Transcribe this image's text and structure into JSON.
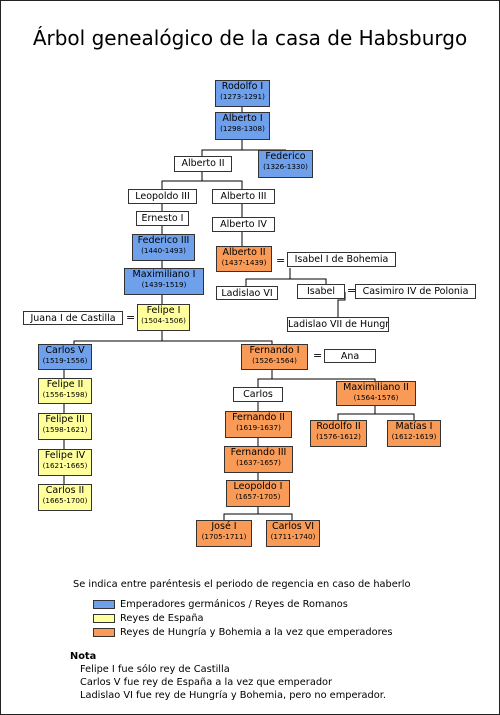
{
  "title": "Árbol genealógico de la casa de Habsburgo",
  "colors": {
    "blue": "#6ea0ec",
    "yellow": "#ffff9c",
    "orange": "#f99b56",
    "white": "#ffffff"
  },
  "nodes": {
    "rodolfo_i": {
      "name": "Rodolfo I",
      "reign": "(1273-1291)",
      "color": "blue"
    },
    "alberto_i": {
      "name": "Alberto I",
      "reign": "(1298-1308)",
      "color": "blue"
    },
    "alberto_ii_a": {
      "name": "Alberto II",
      "color": "white"
    },
    "federico": {
      "name": "Federico",
      "reign": "(1326-1330)",
      "color": "blue"
    },
    "leopoldo_iii": {
      "name": "Leopoldo III",
      "color": "white"
    },
    "alberto_iii": {
      "name": "Alberto III",
      "color": "white"
    },
    "ernesto_i": {
      "name": "Ernesto I",
      "color": "white"
    },
    "alberto_iv": {
      "name": "Alberto IV",
      "color": "white"
    },
    "federico_iii": {
      "name": "Federico III",
      "reign": "(1440-1493)",
      "color": "blue"
    },
    "alberto_ii_b": {
      "name": "Alberto II",
      "reign": "(1437-1439)",
      "color": "orange"
    },
    "isabel_bohemia": {
      "name": "Isabel I de Bohemia",
      "color": "white"
    },
    "maximiliano_i": {
      "name": "Maximiliano I",
      "reign": "(1439-1519)",
      "color": "blue"
    },
    "ladislao_vi": {
      "name": "Ladislao VI",
      "color": "white"
    },
    "isabel": {
      "name": "Isabel",
      "color": "white"
    },
    "casimiro": {
      "name": "Casimiro IV de Polonia",
      "color": "white"
    },
    "juana": {
      "name": "Juana I de Castilla",
      "color": "white"
    },
    "felipe_i": {
      "name": "Felipe I",
      "reign": "(1504-1506)",
      "color": "yellow"
    },
    "ladislao_vii": {
      "name": "Ladislao VII de Hungría",
      "color": "white"
    },
    "carlos_v": {
      "name": "Carlos V",
      "reign": "(1519-1556)",
      "color": "blue"
    },
    "fernando_i": {
      "name": "Fernando I",
      "reign": "(1526-1564)",
      "color": "orange"
    },
    "ana": {
      "name": "Ana",
      "color": "white"
    },
    "felipe_ii": {
      "name": "Felipe II",
      "reign": "(1556-1598)",
      "color": "yellow"
    },
    "carlos": {
      "name": "Carlos",
      "color": "white"
    },
    "maximiliano_ii": {
      "name": "Maximiliano II",
      "reign": "(1564-1576)",
      "color": "orange"
    },
    "felipe_iii": {
      "name": "Felipe III",
      "reign": "(1598-1621)",
      "color": "yellow"
    },
    "fernando_ii": {
      "name": "Fernando II",
      "reign": "(1619-1637)",
      "color": "orange"
    },
    "rodolfo_ii": {
      "name": "Rodolfo II",
      "reign": "(1576-1612)",
      "color": "orange"
    },
    "matias_i": {
      "name": "Matías I",
      "reign": "(1612-1619)",
      "color": "orange"
    },
    "felipe_iv": {
      "name": "Felipe IV",
      "reign": "(1621-1665)",
      "color": "yellow"
    },
    "fernando_iii": {
      "name": "Fernando III",
      "reign": "(1637-1657)",
      "color": "orange"
    },
    "carlos_ii": {
      "name": "Carlos II",
      "reign": "(1665-1700)",
      "color": "yellow"
    },
    "leopoldo_i": {
      "name": "Leopoldo I",
      "reign": "(1657-1705)",
      "color": "orange"
    },
    "jose_i": {
      "name": "José I",
      "reign": "(1705-1711)",
      "color": "orange"
    },
    "carlos_vi": {
      "name": "Carlos VI",
      "reign": "(1711-1740)",
      "color": "orange"
    }
  },
  "marriage_symbol": "=",
  "footnote": "Se indica entre paréntesis el periodo de regencia en caso de haberlo",
  "legend": [
    {
      "color": "blue",
      "label": "Emperadores germánicos / Reyes de Romanos"
    },
    {
      "color": "yellow",
      "label": "Reyes de España"
    },
    {
      "color": "orange",
      "label": "Reyes de Hungría y Bohemia a la vez que emperadores"
    }
  ],
  "nota": {
    "heading": "Nota",
    "lines": [
      "Felipe I fue sólo rey de Castilla",
      "Carlos V fue rey de España a la vez que emperador",
      "Ladislao VI fue rey de Hungría y Bohemia, pero no emperador."
    ]
  }
}
